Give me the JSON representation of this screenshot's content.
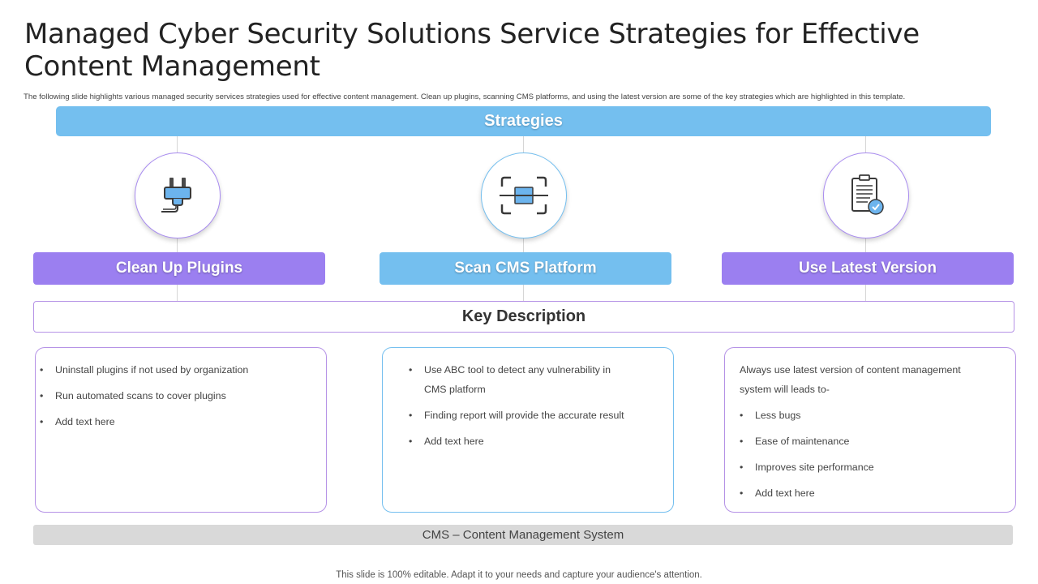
{
  "title": "Managed Cyber Security Solutions Service Strategies for Effective Content Management",
  "subtitle": "The following slide highlights various managed security services strategies used for effective content management. Clean up plugins, scanning CMS  platforms, and using the latest version are some of the key strategies which are highlighted in this template.",
  "strategies_label": "Strategies",
  "columns": [
    {
      "icon": "plug-icon",
      "heading": "Clean Up Plugins",
      "accent": "#9b7ff0",
      "items": [
        "Uninstall plugins if not used by organization",
        "Run automated scans to cover plugins",
        "Add text here"
      ]
    },
    {
      "icon": "scan-icon",
      "heading": "Scan CMS Platform",
      "accent": "#74bfef",
      "items": [
        "Use ABC tool to detect any vulnerability in CMS platform",
        "Finding report will provide  the accurate result",
        "Add text here"
      ]
    },
    {
      "icon": "clipboard-check-icon",
      "heading": "Use Latest Version",
      "accent": "#9b7ff0",
      "intro": "Always use latest version  of content management system will leads to-",
      "items": [
        "Less bugs",
        "Ease of maintenance",
        "Improves  site performance",
        "Add text here"
      ]
    }
  ],
  "key_description_label": "Key Description",
  "cms_note": "CMS – Content Management System",
  "footer": "This slide is 100% editable. Adapt it to your needs and capture your audience's attention."
}
